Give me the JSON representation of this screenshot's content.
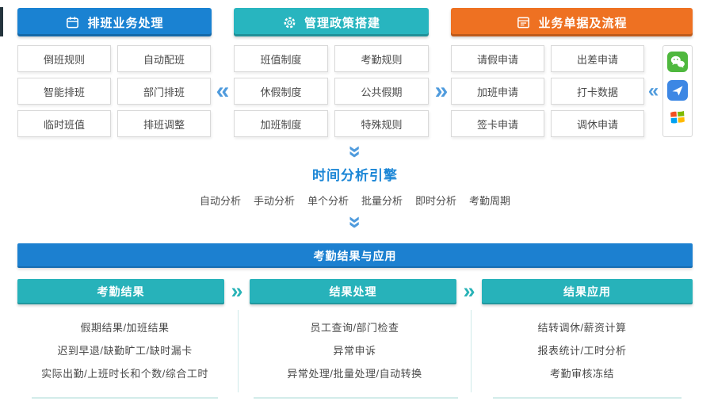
{
  "sections": {
    "scheduling": {
      "title": "排班业务处理",
      "color": "#1a82d2",
      "items": [
        "倒班规则",
        "自动配班",
        "智能排班",
        "部门排班",
        "临时班值",
        "排班调整"
      ]
    },
    "policy": {
      "title": "管理政策搭建",
      "color": "#28b5bf",
      "items": [
        "班值制度",
        "考勤规则",
        "休假制度",
        "公共假期",
        "加班制度",
        "特殊规则"
      ]
    },
    "documents": {
      "title": "业务单据及流程",
      "color": "#ee7122",
      "items": [
        "请假申请",
        "出差申请",
        "加班申请",
        "打卡数据",
        "签卡申请",
        "调休申请"
      ],
      "app_channels": [
        "wechat",
        "send-app",
        "windows"
      ]
    }
  },
  "icons": {
    "chevron_left": "«",
    "chevron_right": "»",
    "chevron_down": "»"
  },
  "engine": {
    "title": "时间分析引擎",
    "modes": [
      "自动分析",
      "手动分析",
      "单个分析",
      "批量分析",
      "即时分析",
      "考勤周期"
    ]
  },
  "results": {
    "banner": "考勤结果与应用",
    "columns": [
      {
        "title": "考勤结果",
        "items": [
          "假期结果/加班结果",
          "迟到早退/缺勤旷工/缺时漏卡",
          "实际出勤/上班时长和个数/综合工时"
        ]
      },
      {
        "title": "结果处理",
        "items": [
          "员工查询/部门检查",
          "异常申诉",
          "异常处理/批量处理/自动转换"
        ]
      },
      {
        "title": "结果应用",
        "items": [
          "结转调休/薪资计算",
          "报表统计/工时分析",
          "考勤审核冻结"
        ]
      }
    ]
  },
  "colors": {
    "header_blue": "#1a82d2",
    "header_teal": "#28b5bf",
    "header_orange": "#ee7122",
    "banner_blue": "#1c80d0",
    "bar_teal": "#27b2ba",
    "chevron_blue": "#4f9bdd",
    "chevron_teal": "#2ab3b7",
    "engine_title_blue": "#1b86d6",
    "box_border": "#d9d9d9",
    "text_dark": "#4a4a4a",
    "separator_teal": "#cfeae9",
    "wechat_green": "#4fb83e",
    "send_app_blue": "#3d87e4"
  }
}
